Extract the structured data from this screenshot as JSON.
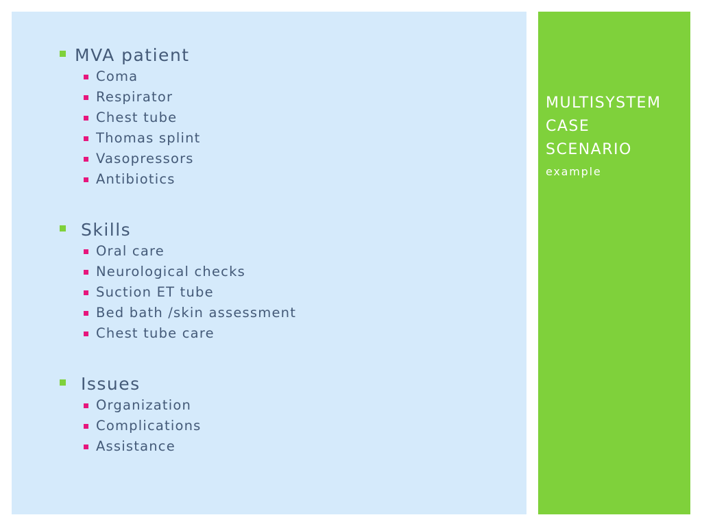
{
  "colors": {
    "content_background": "#d5eafb",
    "side_background": "#7fd13b",
    "text": "#445a78",
    "primary_bullet": "#7fd13b",
    "secondary_bullet": "#e6177d"
  },
  "sections": [
    {
      "heading": "MVA patient",
      "items": [
        "Coma",
        "Respirator",
        "Chest tube",
        "Thomas splint",
        "Vasopressors",
        "Antibiotics"
      ]
    },
    {
      "heading": "Skills",
      "items": [
        "Oral care",
        "Neurological checks",
        "Suction ET tube",
        "Bed bath /skin assessment",
        "Chest tube care"
      ]
    },
    {
      "heading": "Issues",
      "items": [
        "Organization",
        "Complications",
        "Assistance"
      ]
    }
  ],
  "side": {
    "title_lines": [
      "MULTISYSTEM",
      "CASE",
      "SCENARIO"
    ],
    "subtitle": "example"
  }
}
